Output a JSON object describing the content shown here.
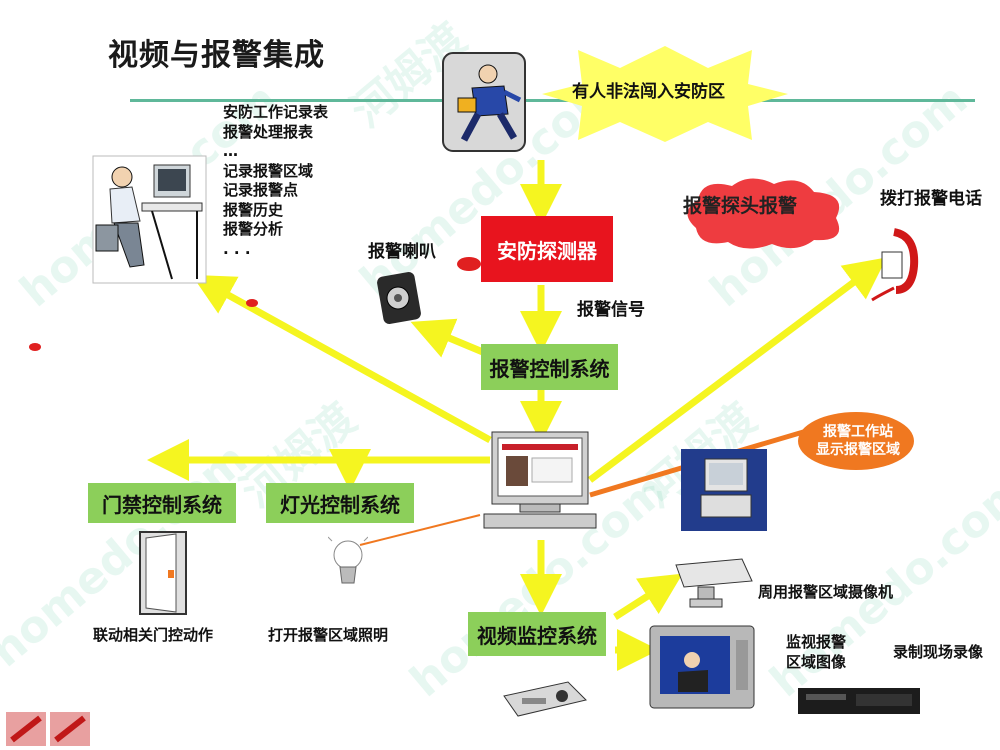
{
  "title": "视频与报警集成",
  "intrusion_text": "有人非法闯入安防区",
  "detector_label": "安防探测器",
  "cloud_label": "报警探头报警",
  "phone_label": "拨打报警电话",
  "speaker_label": "报警喇叭",
  "signal_label": "报警信号",
  "alarm_control_label": "报警控制系统",
  "workstation_label": [
    "报警工作站",
    "显示报警区域"
  ],
  "door_control_label": "门禁控制系统",
  "light_control_label": "灯光控制系统",
  "video_control_label": "视频监控系统",
  "door_action_label": "联动相关门控动作",
  "light_action_label": "打开报警区域照明",
  "camera_label": "周用报警区域摄像机",
  "monitor_label": [
    "监视报警",
    "区域图像"
  ],
  "record_label": "录制现场录像",
  "report_list": [
    "安防工作记录表",
    "报警处理报表",
    "…",
    "记录报警区域",
    "记录报警点",
    "报警历史",
    "报警分析",
    ". . ."
  ],
  "watermarks": [
    "homedo.com",
    "河姆渡"
  ],
  "colors": {
    "arrow": "#f5f520",
    "green": "#8ccf5a",
    "red": "#e8141e",
    "orange": "#f07820",
    "line": "#5fb89a"
  }
}
